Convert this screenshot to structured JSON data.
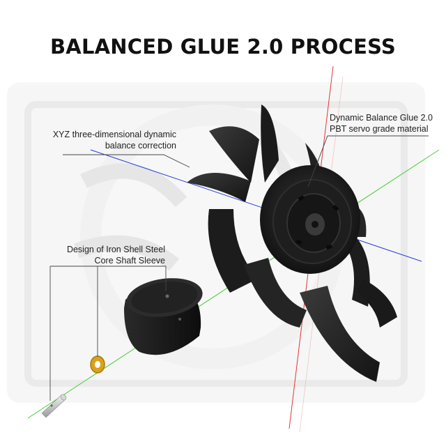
{
  "title": "BALANCED GLUE 2.0 PROCESS",
  "callouts": {
    "xyz": {
      "line1": "XYZ three-dimensional dynamic",
      "line2": "balance correction"
    },
    "glue": {
      "line1": "Dynamic Balance Glue 2.0",
      "line2": "PBT servo grade material"
    },
    "shaft": {
      "line1": "Design of Iron Shell Steel",
      "line2": "Core Shaft Sleeve"
    }
  },
  "colors": {
    "background": "#ffffff",
    "fan_body": "#1f1f1f",
    "axis_x": "#2b3bd8",
    "axis_y": "#3fcf2f",
    "axis_z": "#e03535",
    "ring_gold": "#d9a21c"
  },
  "icons": [
    "fan-impeller-icon",
    "motor-hub-icon",
    "brass-bearing-ring-icon",
    "steel-shaft-pin-icon"
  ]
}
